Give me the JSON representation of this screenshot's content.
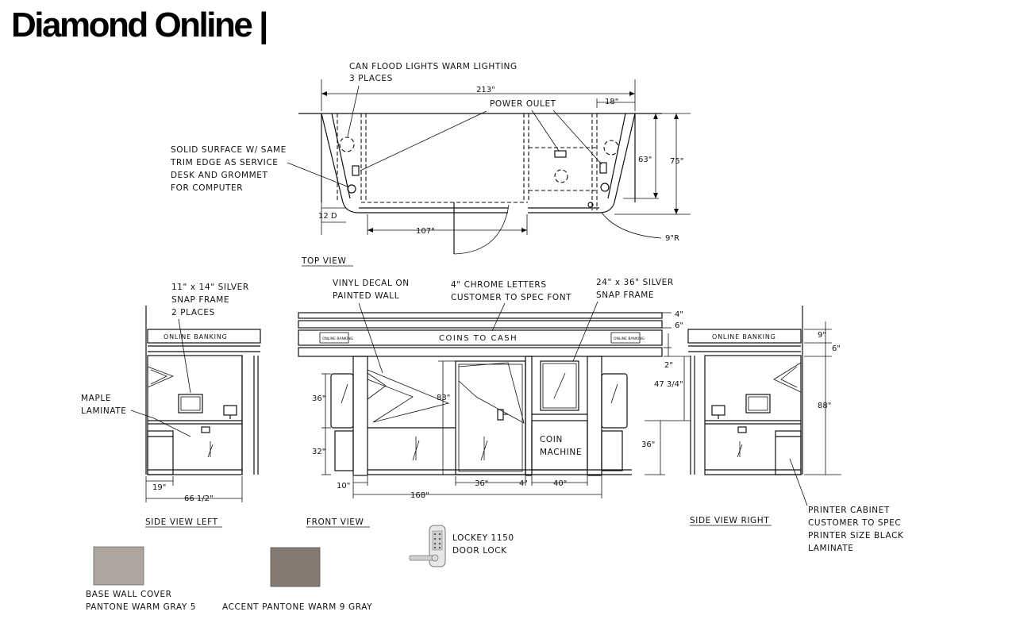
{
  "header": {
    "title": "Diamond Online |"
  },
  "top_view": {
    "title": "TOP VIEW",
    "note_lights": [
      "CAN FLOOD LIGHTS WARM LIGHTING",
      "3 PLACES"
    ],
    "note_outlet": "POWER OULET",
    "note_surface": [
      "SOLID SURFACE W/ SAME",
      "TRIM EDGE AS SERVICE",
      "DESK AND GROMMET",
      "FOR COMPUTER"
    ],
    "dim_width": "213\"",
    "dim_18": "18\"",
    "dim_63": "63\"",
    "dim_75": "75\"",
    "dim_12d": "12 D",
    "dim_107": "107\"",
    "dim_9r": "9\"R"
  },
  "front_view": {
    "title": "FRONT VIEW",
    "sign_main": "COINS TO CASH",
    "sign_small_left": "ONLINE BANKING",
    "sign_small_right": "ONLINE BANKING",
    "note_decal": [
      "VINYL DECAL ON",
      "PAINTED WALL"
    ],
    "note_letters": [
      "4\" CHROME LETTERS",
      "CUSTOMER TO SPEC FONT"
    ],
    "note_frame": [
      "24\" x 36\" SILVER",
      "SNAP FRAME"
    ],
    "coin_machine": [
      "COIN",
      "MACHINE"
    ],
    "dim_36a": "36\"",
    "dim_32": "32\"",
    "dim_83": "83\"",
    "dim_10": "10\"",
    "dim_168": "168\"",
    "dim_36b": "36\"",
    "dim_4": "4\"",
    "dim_40": "40\"",
    "dim_4top": "4\"",
    "dim_6top": "6\"",
    "dim_2": "2\"",
    "dim_47": "47 3/4\"",
    "dim_36c": "36\""
  },
  "side_left": {
    "title": "SIDE VIEW LEFT",
    "sign": "ONLINE BANKING",
    "note_frame": [
      "11\" x 14\" SILVER",
      "SNAP FRAME",
      "2 PLACES"
    ],
    "note_maple": [
      "MAPLE",
      "LAMINATE"
    ],
    "dim_19": "19\"",
    "dim_66": "66 1/2\""
  },
  "side_right": {
    "title": "SIDE VIEW RIGHT",
    "sign": "ONLINE BANKING",
    "dim_9": "9\"",
    "dim_6": "6\"",
    "dim_88": "88\"",
    "note_printer": [
      "PRINTER CABINET",
      "CUSTOMER TO SPEC",
      "PRINTER SIZE BLACK",
      "LAMINATE"
    ]
  },
  "lock": {
    "label": [
      "LOCKEY 1150",
      "DOOR LOCK"
    ]
  },
  "swatches": [
    {
      "label": [
        "BASE WALL COVER",
        "PANTONE WARM GRAY 5"
      ],
      "color": "#ada59e"
    },
    {
      "label": [
        "ACCENT PANTONE WARM 9 GRAY"
      ],
      "color": "#857a70"
    }
  ]
}
